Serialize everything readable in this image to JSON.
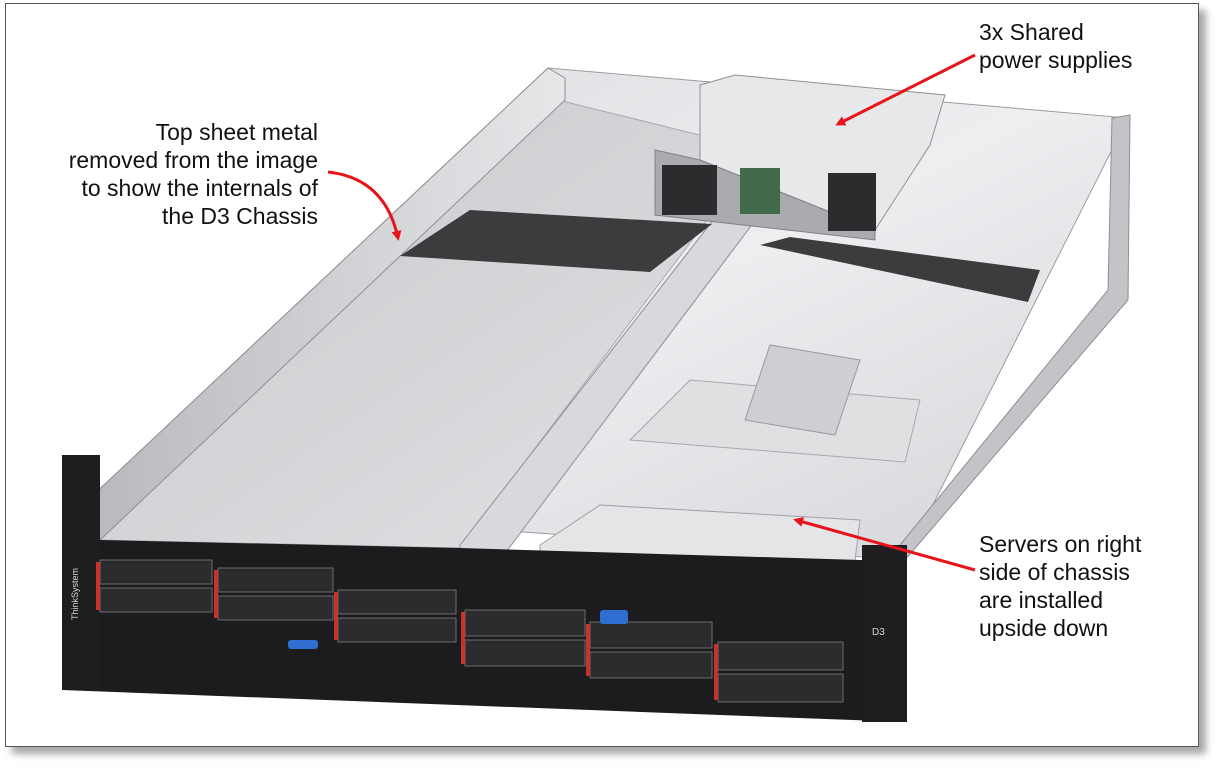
{
  "callouts": {
    "top_sheet": [
      "Top sheet metal",
      "removed from the image",
      "to show the internals of",
      "the D3 Chassis"
    ],
    "power_supplies": [
      "3x Shared",
      "power supplies"
    ],
    "servers_right": [
      "Servers on right",
      "side of chassis",
      "are installed",
      "upside down"
    ]
  },
  "labels": {
    "brand_plate": "ThinkSystem",
    "model_tag": "D3"
  },
  "colors": {
    "arrow": "#e8141b",
    "drive_bay": "#1c1c1e",
    "latch": "#c8342c",
    "release_tab": "#2f6fd1",
    "metal_light": "#e9eaec",
    "metal_mid": "#c9cbce",
    "film": "#3c3c3e"
  }
}
